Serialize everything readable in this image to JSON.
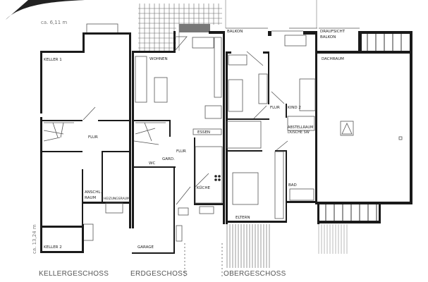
{
  "dimensions": {
    "width": "ca. 6,11 m",
    "depth": "ca. 13,24 m"
  },
  "kellergeschoss": {
    "title": "KELLERGESCHOSS",
    "rooms": [
      "KELLER 1",
      "FLUR",
      "KELLER 2",
      "ANSCHL.-",
      "RAUM",
      "HEIZUNGSRAUM"
    ]
  },
  "erdgeschoss": {
    "title": "ERDGESCHOSS",
    "rooms": [
      "WOHNEN",
      "ESSEN",
      "FLUR",
      "GARD.",
      "WC",
      "KÜCHE",
      "GARAGE"
    ]
  },
  "obergeschoss": {
    "title": "OBERGESCHOSS",
    "rooms": [
      "BALKON",
      "FLUR",
      "KIND 2",
      "ABSTELLRAUM",
      "DUSCHE SW",
      "BAD",
      "ELTERN"
    ]
  },
  "dachgeschoss": {
    "rooms": [
      "DRAUFSICHT",
      "BALKON",
      "DACHRAUM"
    ]
  },
  "colors": {
    "walls": "#1a1a1a",
    "background": "#ffffff",
    "text": "#555555"
  }
}
